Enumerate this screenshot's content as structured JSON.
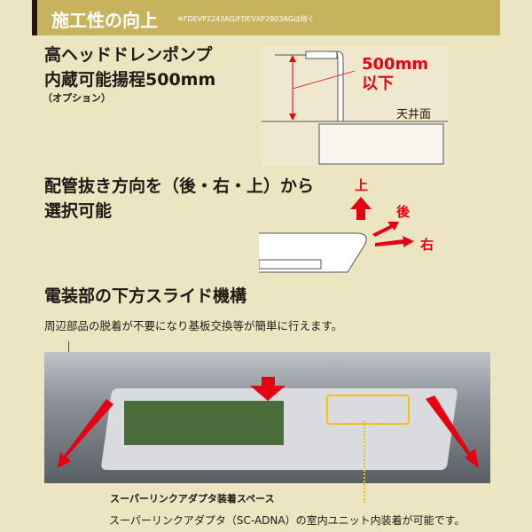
{
  "header": {
    "title": "施工性の向上",
    "note": "※FDEVP2243AG/FDEVXP2803AGは除く"
  },
  "feature1": {
    "line1": "高ヘッドドレンポンプ",
    "line2": "内蔵可能揚程500mm",
    "sub": "（オプション）",
    "diagram_label": "500mm",
    "diagram_label2": "以下",
    "ceiling": "天井面"
  },
  "feature2": {
    "line1": "配管抜き方向を（後・右・上）から",
    "line2": "選択可能",
    "up": "上",
    "back": "後",
    "right": "右"
  },
  "feature3": {
    "title": "電装部の下方スライド機構",
    "desc": "周辺部品の脱着が不要になり基板交換等が簡単に行えます。",
    "space_label": "スーパーリンクアダプタ装着スペース",
    "space_desc": "スーパーリンクアダプタ（SC-ADNA）の室内ユニット内装着が可能です。"
  },
  "colors": {
    "accent": "#e60012",
    "header": "#c7b35e",
    "bg": "#ece5c1"
  }
}
